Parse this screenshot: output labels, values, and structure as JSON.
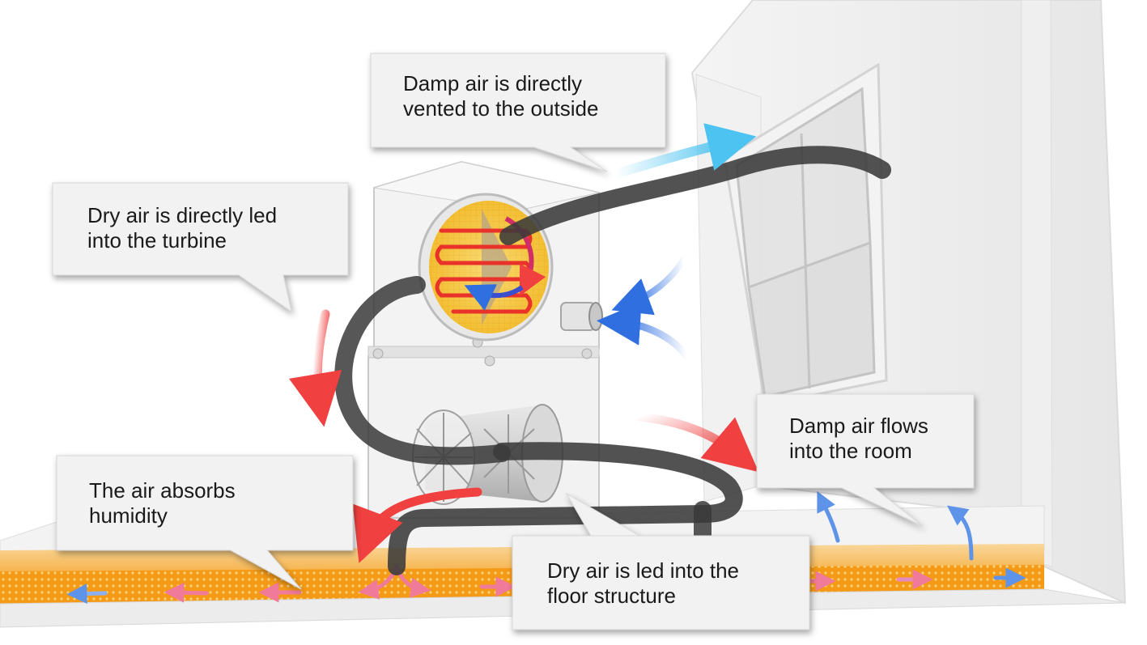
{
  "callouts": {
    "vent_outside": "Damp air is directly\nvented to the outside",
    "dry_turbine": "Dry air is directly led\ninto the turbine",
    "damp_room": "Damp air flows\ninto the room",
    "absorbs": "The air absorbs\nhumidity",
    "floor": "Dry air is led into the\nfloor structure"
  },
  "colors": {
    "hot_arrow": "#f04040",
    "cold_arrow": "#2f6fe0",
    "vent_arrow": "#4cc3f0",
    "floor_layer": "#f6a21e",
    "pipe": "#3a3a3a",
    "heater_coil": "#e8322a",
    "heater_mesh": "#f2c230"
  }
}
